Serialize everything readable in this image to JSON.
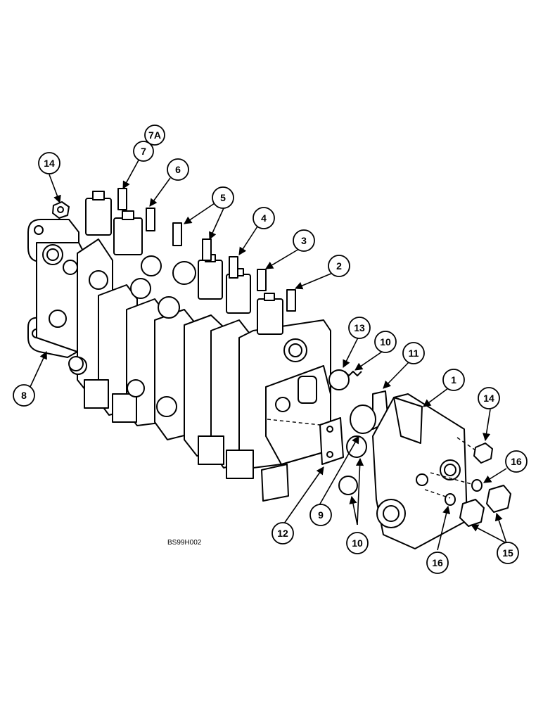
{
  "figure_code": "BS99H002",
  "colors": {
    "ink": "#000000",
    "paper": "#ffffff"
  },
  "callouts": [
    {
      "id": "c14a",
      "label": "14"
    },
    {
      "id": "c7a",
      "label": "7A"
    },
    {
      "id": "c7",
      "label": "7"
    },
    {
      "id": "c6",
      "label": "6"
    },
    {
      "id": "c5",
      "label": "5"
    },
    {
      "id": "c4",
      "label": "4"
    },
    {
      "id": "c3",
      "label": "3"
    },
    {
      "id": "c2",
      "label": "2"
    },
    {
      "id": "c13",
      "label": "13"
    },
    {
      "id": "c10a",
      "label": "10"
    },
    {
      "id": "c11",
      "label": "11"
    },
    {
      "id": "c1",
      "label": "1"
    },
    {
      "id": "c14b",
      "label": "14"
    },
    {
      "id": "c16a",
      "label": "16"
    },
    {
      "id": "c8",
      "label": "8"
    },
    {
      "id": "c12",
      "label": "12"
    },
    {
      "id": "c9",
      "label": "9"
    },
    {
      "id": "c10b",
      "label": "10"
    },
    {
      "id": "c16b",
      "label": "16"
    },
    {
      "id": "c15",
      "label": "15"
    }
  ]
}
